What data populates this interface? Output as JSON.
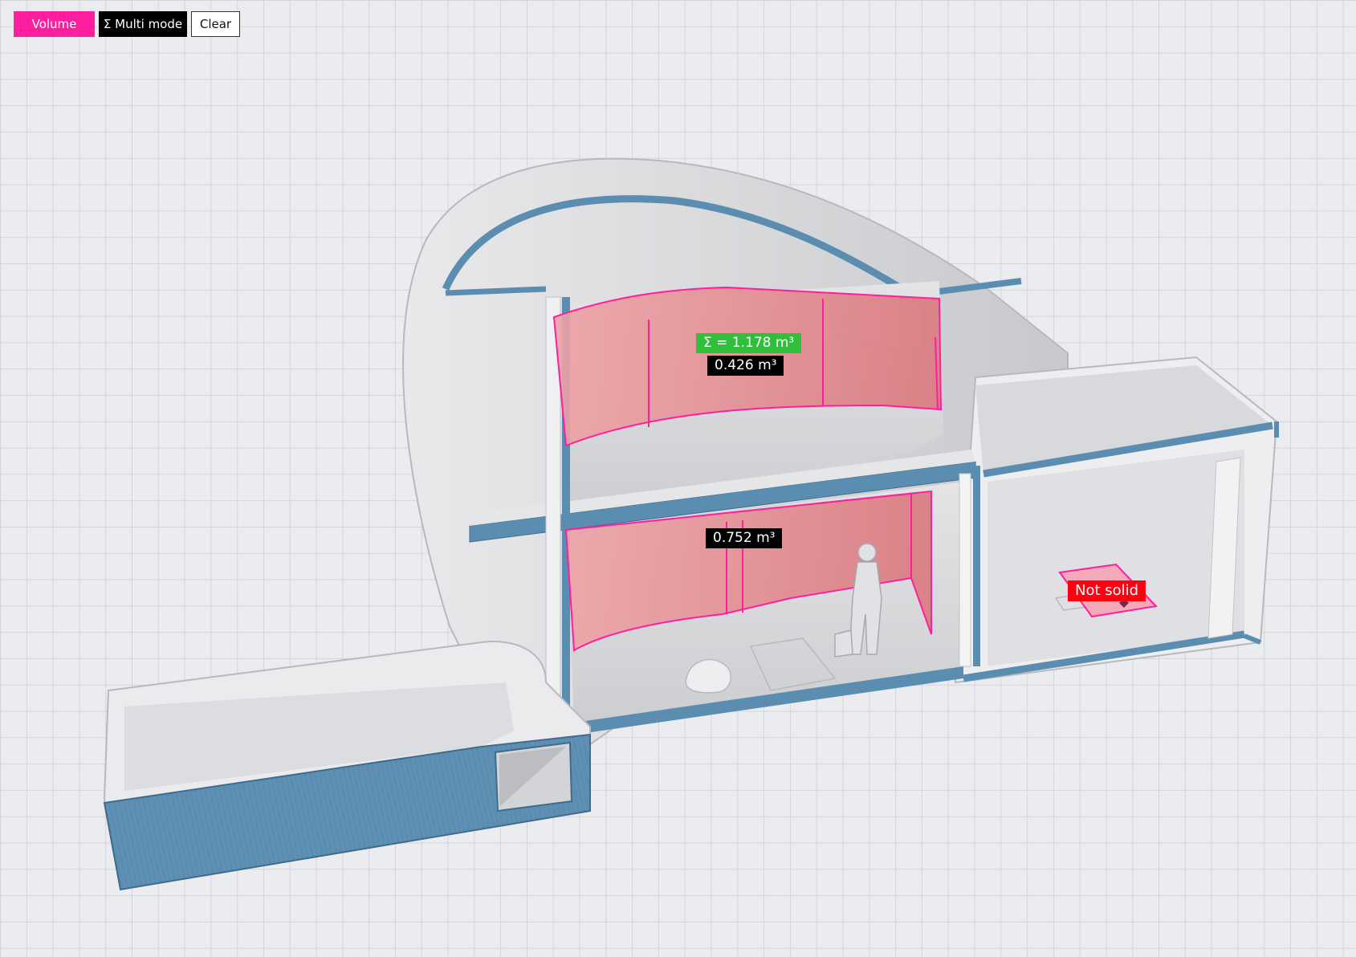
{
  "toolbar": {
    "volume_label": "Volume",
    "multi_mode_label": "Σ Multi mode",
    "clear_label": "Clear"
  },
  "measurements": {
    "sum_label": "Σ = 1.178 m³",
    "upper_volume_label": "0.426 m³",
    "lower_volume_label": "0.752 m³",
    "not_solid_label": "Not solid"
  },
  "colors": {
    "accent": "#ff1f9e",
    "sum_badge": "#2fbf3a",
    "error_badge": "#ff0012",
    "section_cut": "#5b8db1",
    "highlight_fill": "#e88f95"
  }
}
